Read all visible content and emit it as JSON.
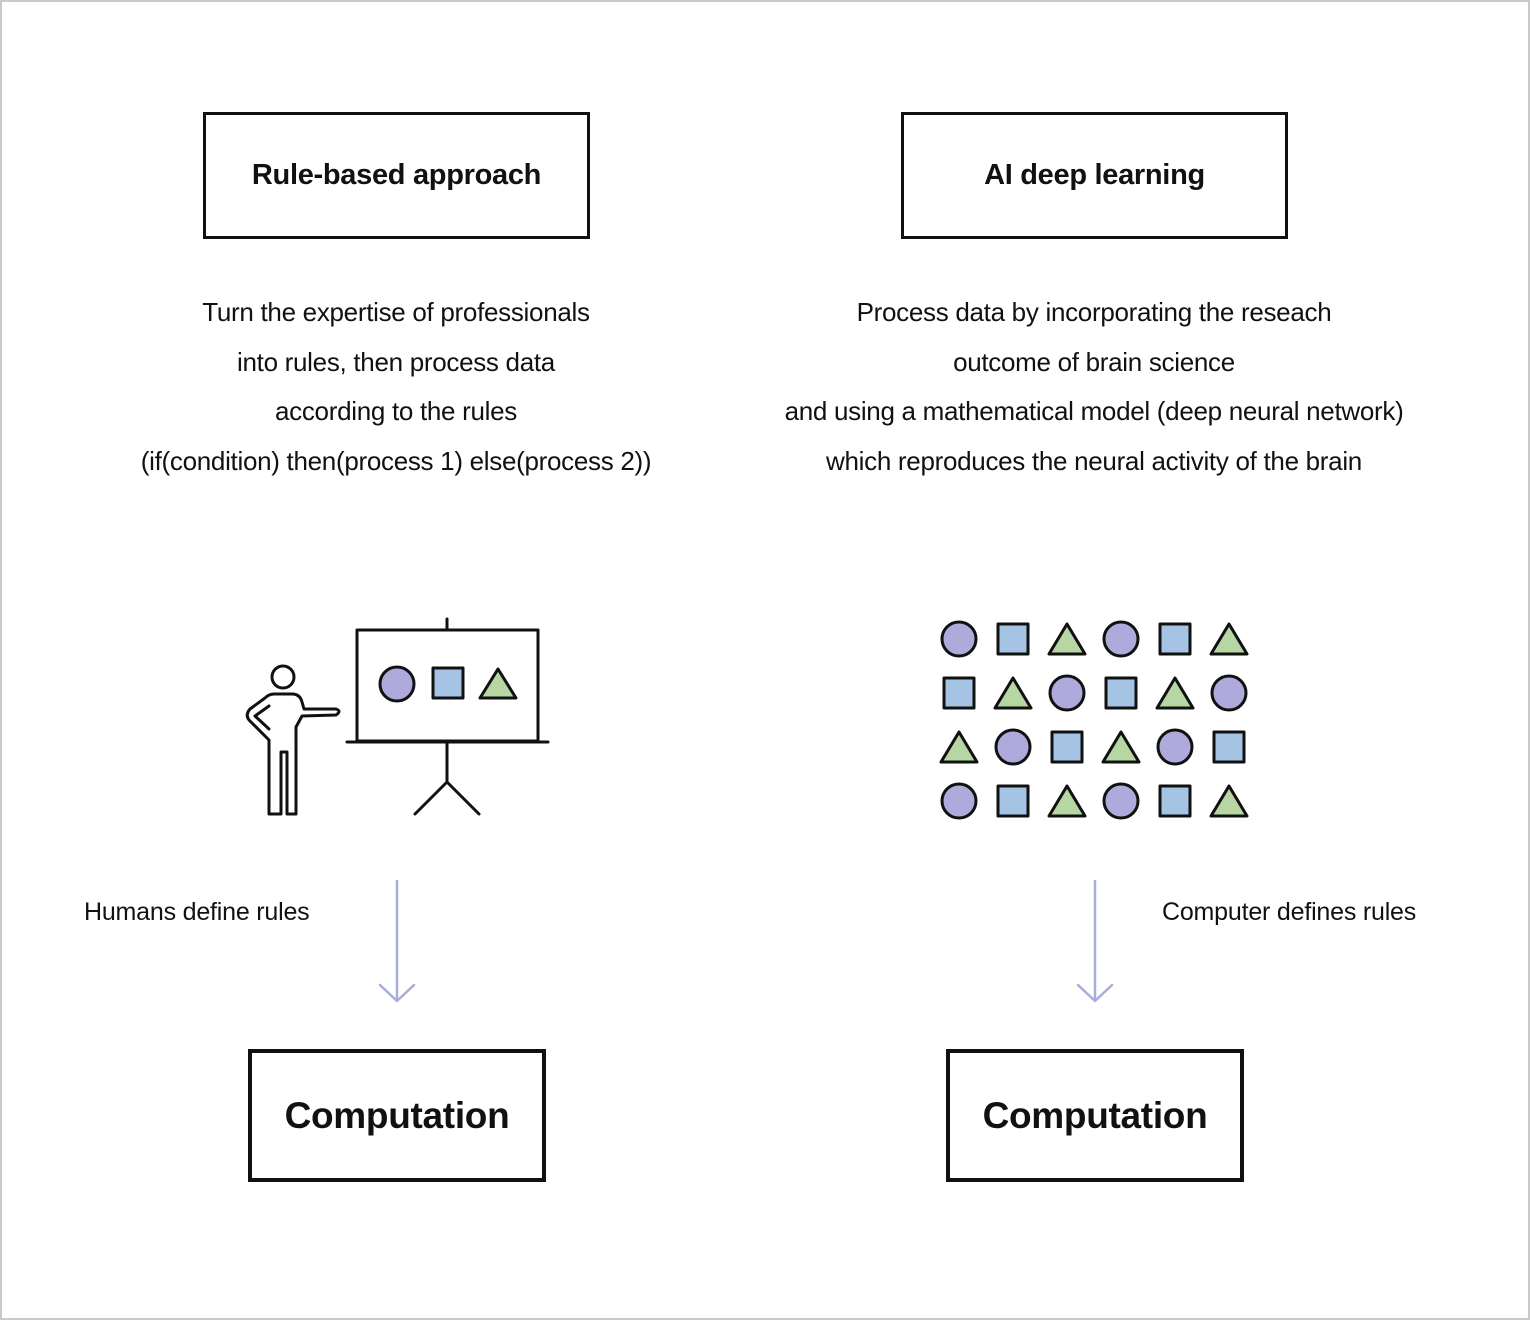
{
  "colors": {
    "circle": "#aeaadb",
    "square": "#a5c4e4",
    "triangle": "#b6d6a3",
    "stroke": "#111111",
    "arrow": "#a9addc",
    "frame_border": "#c9c9c9"
  },
  "left": {
    "title": "Rule-based approach",
    "description": [
      "Turn the expertise of professionals",
      "into rules, then process data",
      "according to the rules",
      "(if(condition) then(process 1) else(process 2))"
    ],
    "arrow_label": "Humans define rules",
    "result": "Computation",
    "illustration": [
      "person-icon",
      "presentation-board-icon"
    ],
    "board_shapes": [
      "circle",
      "square",
      "triangle"
    ]
  },
  "right": {
    "title": "AI deep learning",
    "description": [
      "Process data by incorporating the reseach",
      "outcome of brain science",
      "and using a mathematical model (deep neural network)",
      "which reproduces the neural activity of the brain"
    ],
    "arrow_label": "Computer defines rules",
    "result": "Computation",
    "shape_grid": [
      [
        "circle",
        "square",
        "triangle",
        "circle",
        "square",
        "triangle"
      ],
      [
        "square",
        "triangle",
        "circle",
        "square",
        "triangle",
        "circle"
      ],
      [
        "triangle",
        "circle",
        "square",
        "triangle",
        "circle",
        "square"
      ],
      [
        "circle",
        "square",
        "triangle",
        "circle",
        "square",
        "triangle"
      ]
    ]
  }
}
